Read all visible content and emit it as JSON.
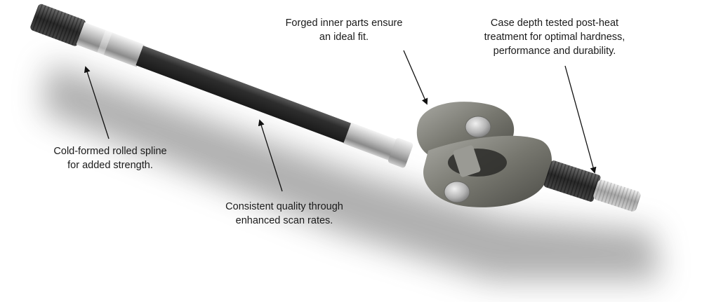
{
  "scene": {
    "subject": "front axle shaft with universal joint"
  },
  "callouts": {
    "spline": {
      "lines": [
        "Cold-formed rolled spline",
        "for added strength."
      ]
    },
    "scan": {
      "lines": [
        "Consistent quality through",
        "enhanced scan rates."
      ]
    },
    "forged": {
      "lines": [
        "Forged inner parts ensure",
        "an ideal fit."
      ]
    },
    "heat": {
      "lines": [
        "Case depth tested post-heat",
        "treatment for optimal hardness,",
        "performance and durability."
      ]
    }
  },
  "colors": {
    "text": "#1a1a1a",
    "arrow": "#111111",
    "shaft_dark": "#2b2b2b",
    "steel_light": "#d9d9d9",
    "steel_mid": "#9a9a9a",
    "forging": "#7d7d78"
  }
}
